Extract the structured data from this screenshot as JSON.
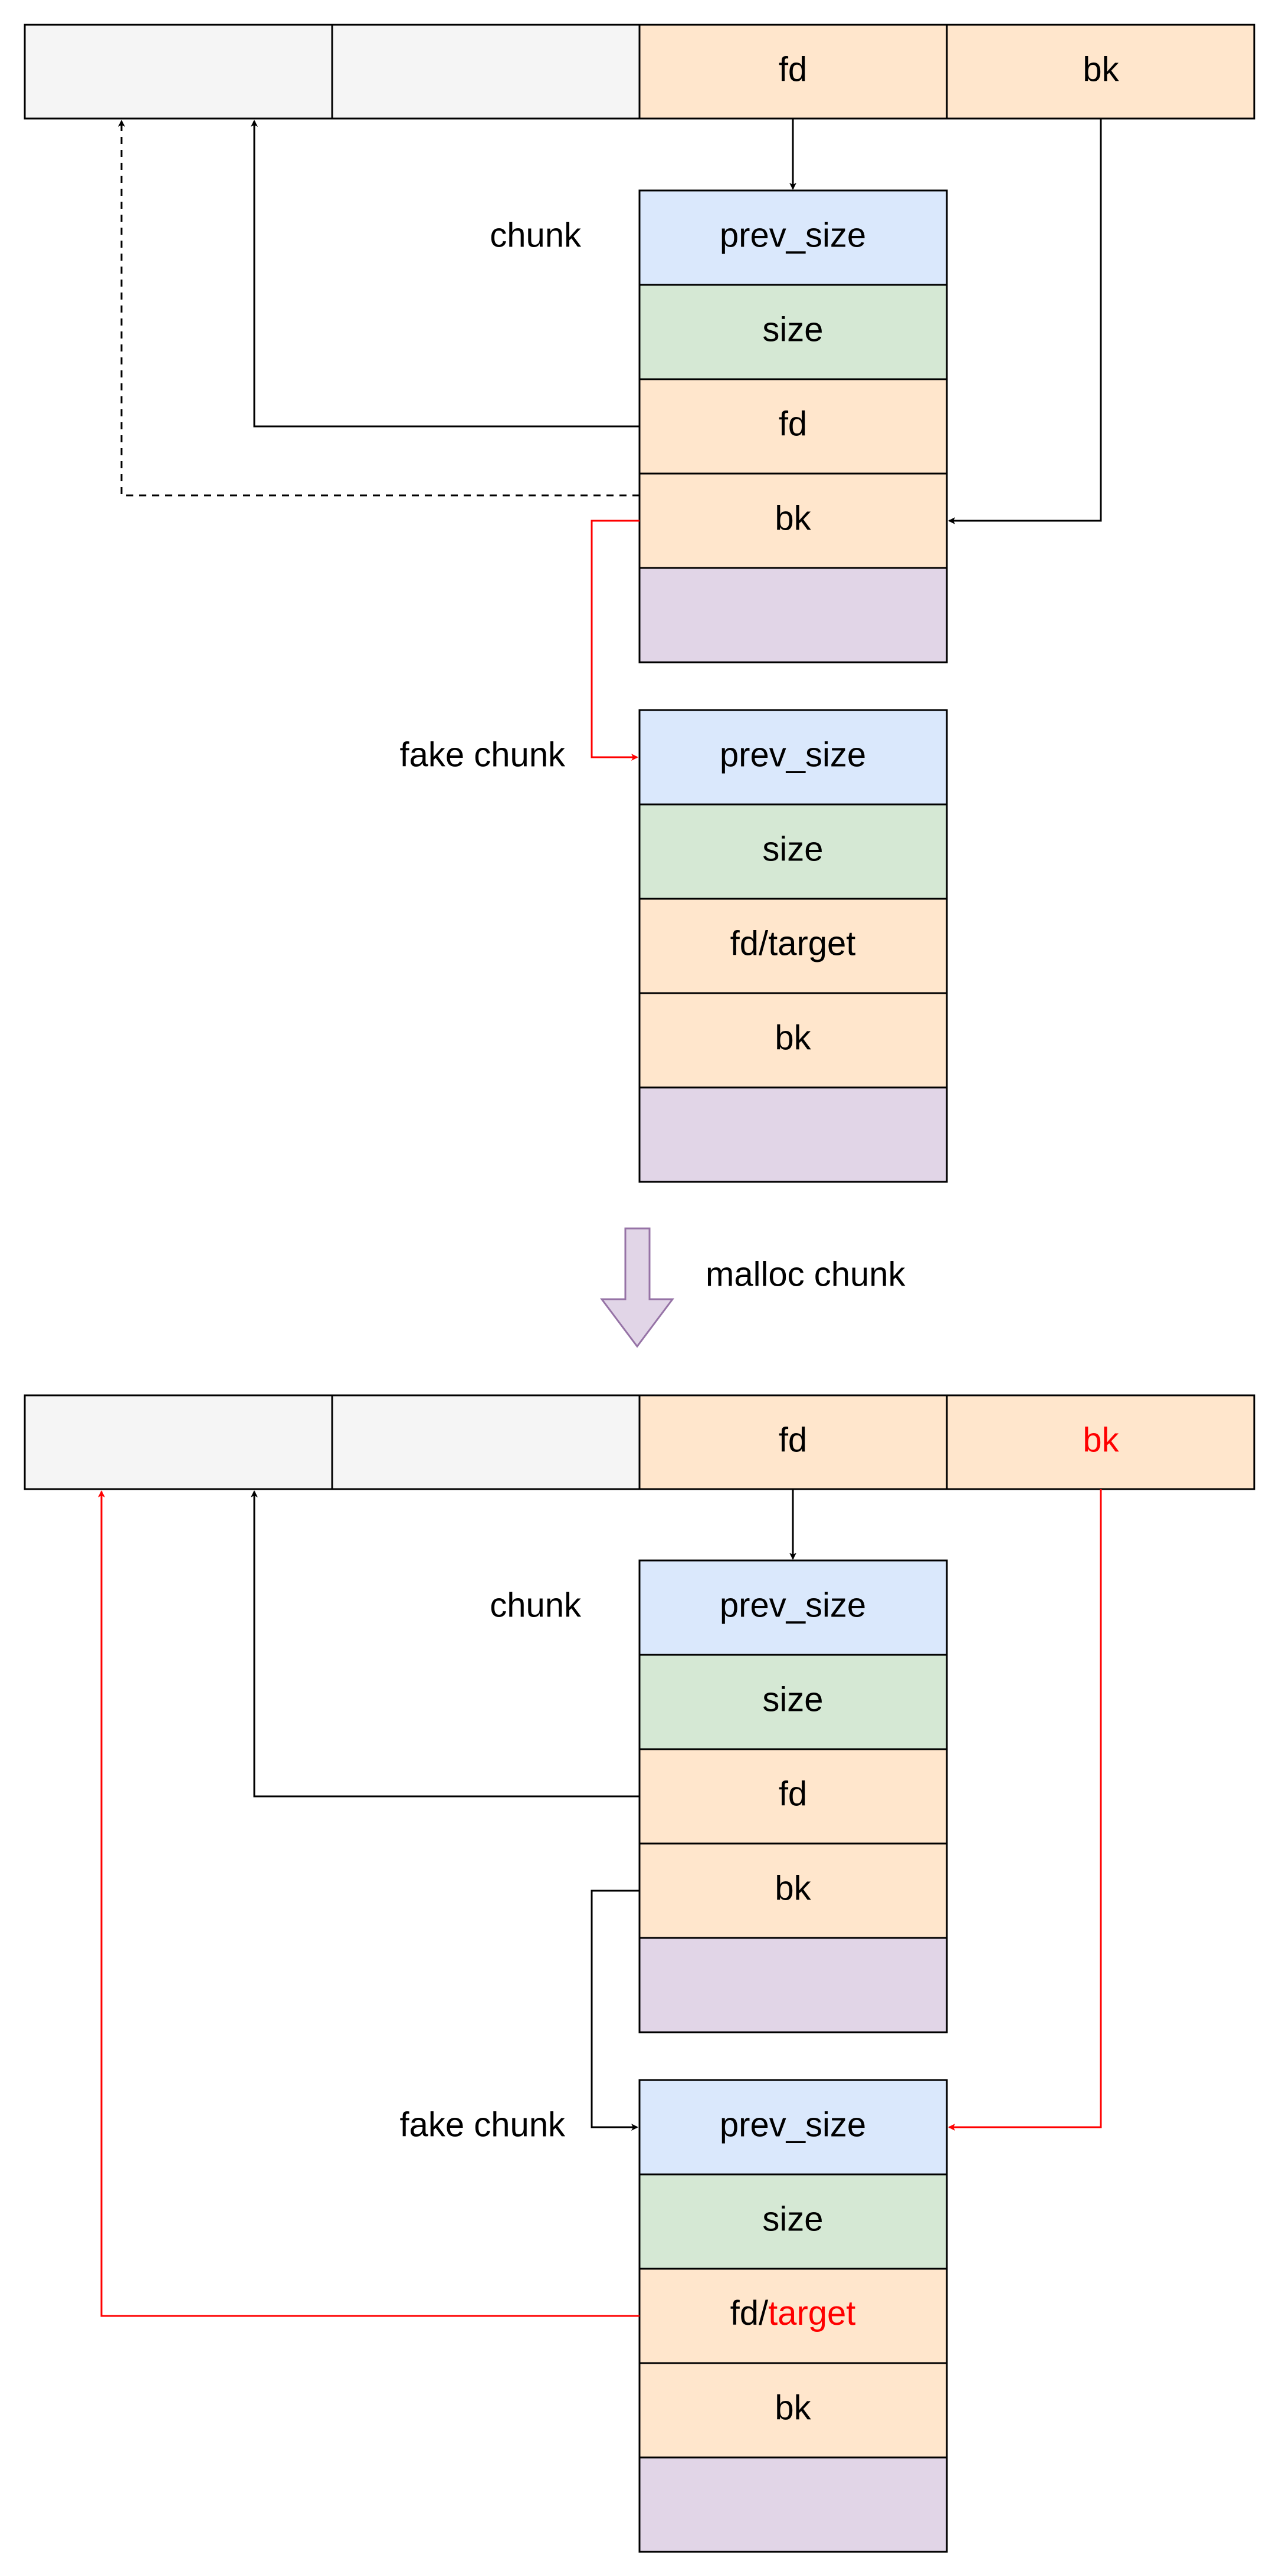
{
  "colors": {
    "bin": "#f5f5f5",
    "link": "#ffe6cc",
    "prev_size": "#dae8fc",
    "size": "#d5e8d4",
    "data": "#e1d5e7",
    "stroke": "#000000",
    "highlight": "#ff0000",
    "transition_arrow_fill": "#e1d5e7",
    "transition_arrow_stroke": "#9673a6"
  },
  "before": {
    "bin": {
      "cells": [
        "",
        "",
        "fd",
        "bk"
      ]
    },
    "chunk": {
      "label": "chunk",
      "fields": [
        "prev_size",
        "size",
        "fd",
        "bk",
        ""
      ]
    },
    "fake_chunk": {
      "label": "fake chunk",
      "fields": [
        "prev_size",
        "size",
        "fd/target",
        "bk",
        ""
      ]
    }
  },
  "transition": {
    "label": "malloc chunk"
  },
  "after": {
    "bin": {
      "cells": [
        "",
        "",
        "fd",
        "bk"
      ]
    },
    "chunk": {
      "label": "chunk",
      "fields": [
        "prev_size",
        "size",
        "fd",
        "bk",
        ""
      ]
    },
    "fake_chunk": {
      "label": "fake chunk",
      "fields": [
        "prev_size",
        "size",
        "fd/target",
        "bk",
        ""
      ],
      "fd_prefix": "fd/",
      "fd_target": "target"
    }
  }
}
